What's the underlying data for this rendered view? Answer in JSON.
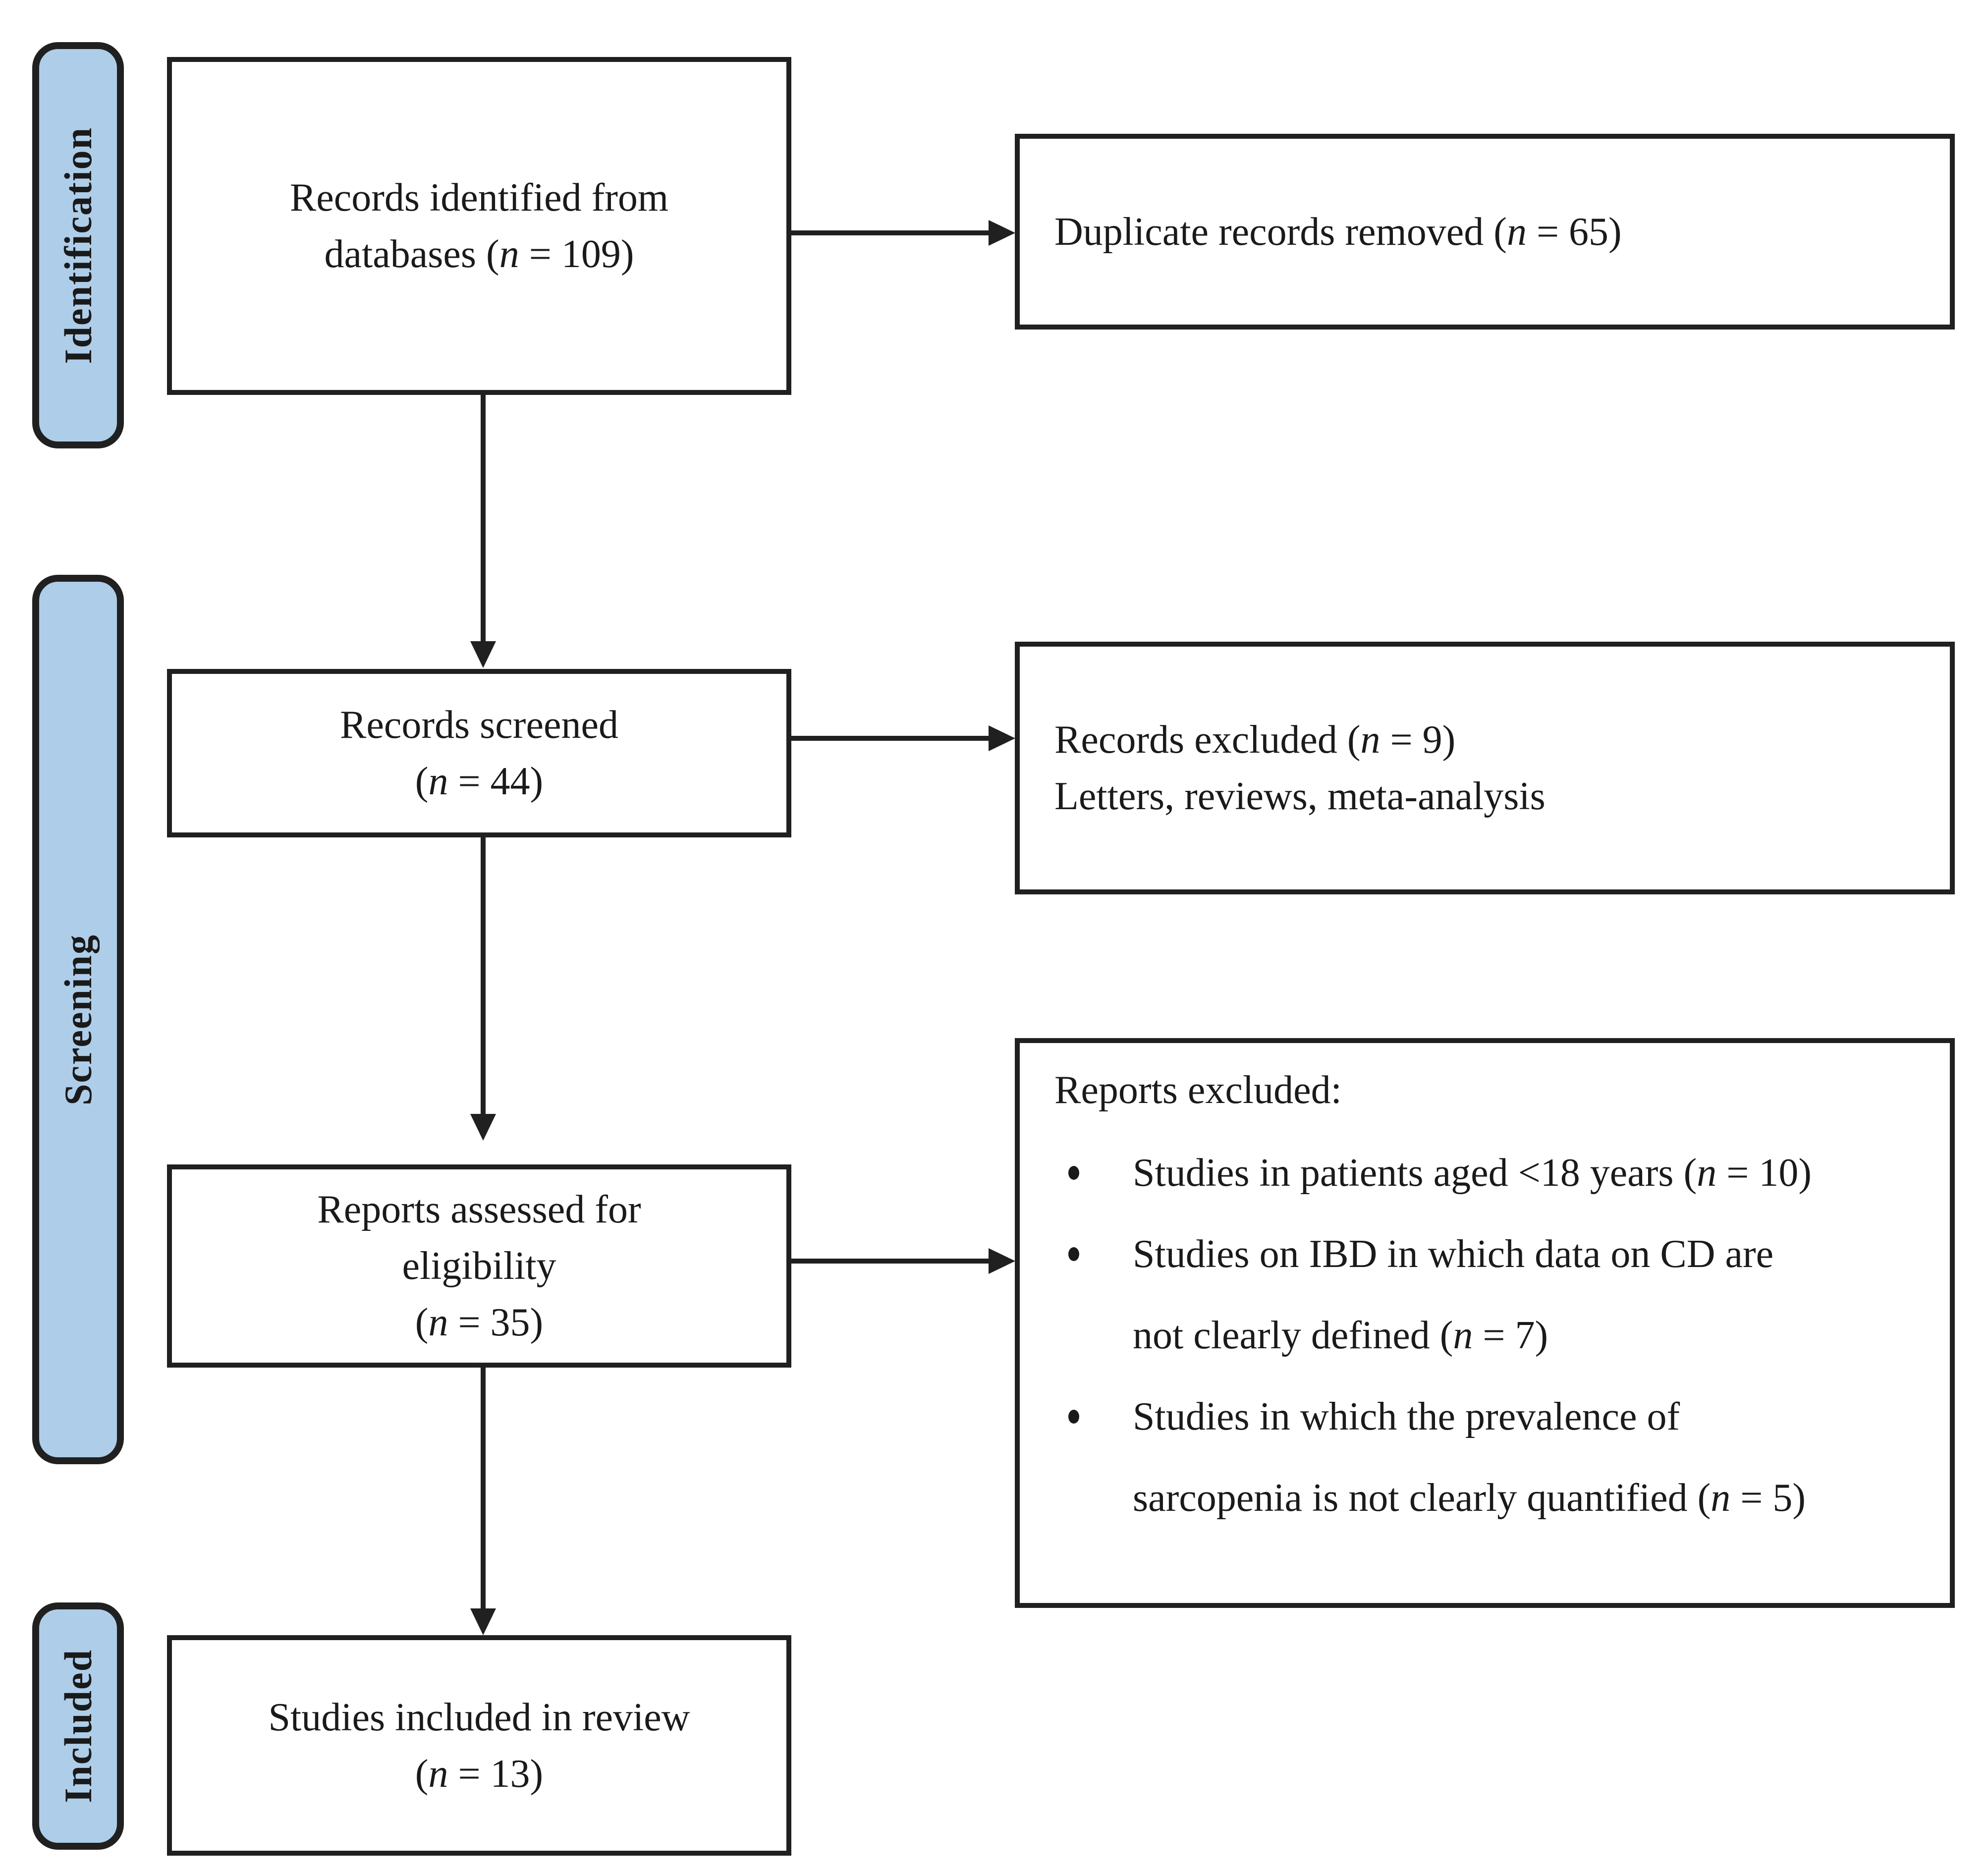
{
  "figure": {
    "type": "prisma-flow-diagram",
    "stage_labels": [
      "Identification",
      "Screening",
      "Included"
    ],
    "boxes": {
      "identified": {
        "lines": [
          "Records identified from",
          "databases (n = 109)"
        ]
      },
      "duplicates_removed": {
        "lines": [
          "Duplicate records removed (n = 65)"
        ]
      },
      "screened": {
        "lines": [
          "Records screened",
          "(n = 44)"
        ]
      },
      "records_excluded": {
        "lines": [
          "Records excluded (n = 9)",
          "Letters, reviews, meta-analysis"
        ]
      },
      "assessed": {
        "lines": [
          "Reports assessed for",
          "eligibility",
          "(n = 35)"
        ]
      },
      "reports_excluded": {
        "title": "Reports excluded:",
        "bullets": [
          {
            "lines": [
              "Studies in patients aged <18 years (n = 10)"
            ]
          },
          {
            "lines": [
              "Studies on IBD in which data on CD are",
              "not clearly defined (n = 7)"
            ]
          },
          {
            "lines": [
              "Studies in which the prevalence of",
              "sarcopenia is not clearly quantified (n = 5)"
            ]
          }
        ]
      },
      "included_review": {
        "lines": [
          "Studies included in review",
          "(n = 13)"
        ]
      }
    },
    "colors": {
      "stage_fill": "#AECDE9",
      "line": "#202020",
      "text": "#1A1A1A",
      "background": "#FFFFFF"
    }
  }
}
